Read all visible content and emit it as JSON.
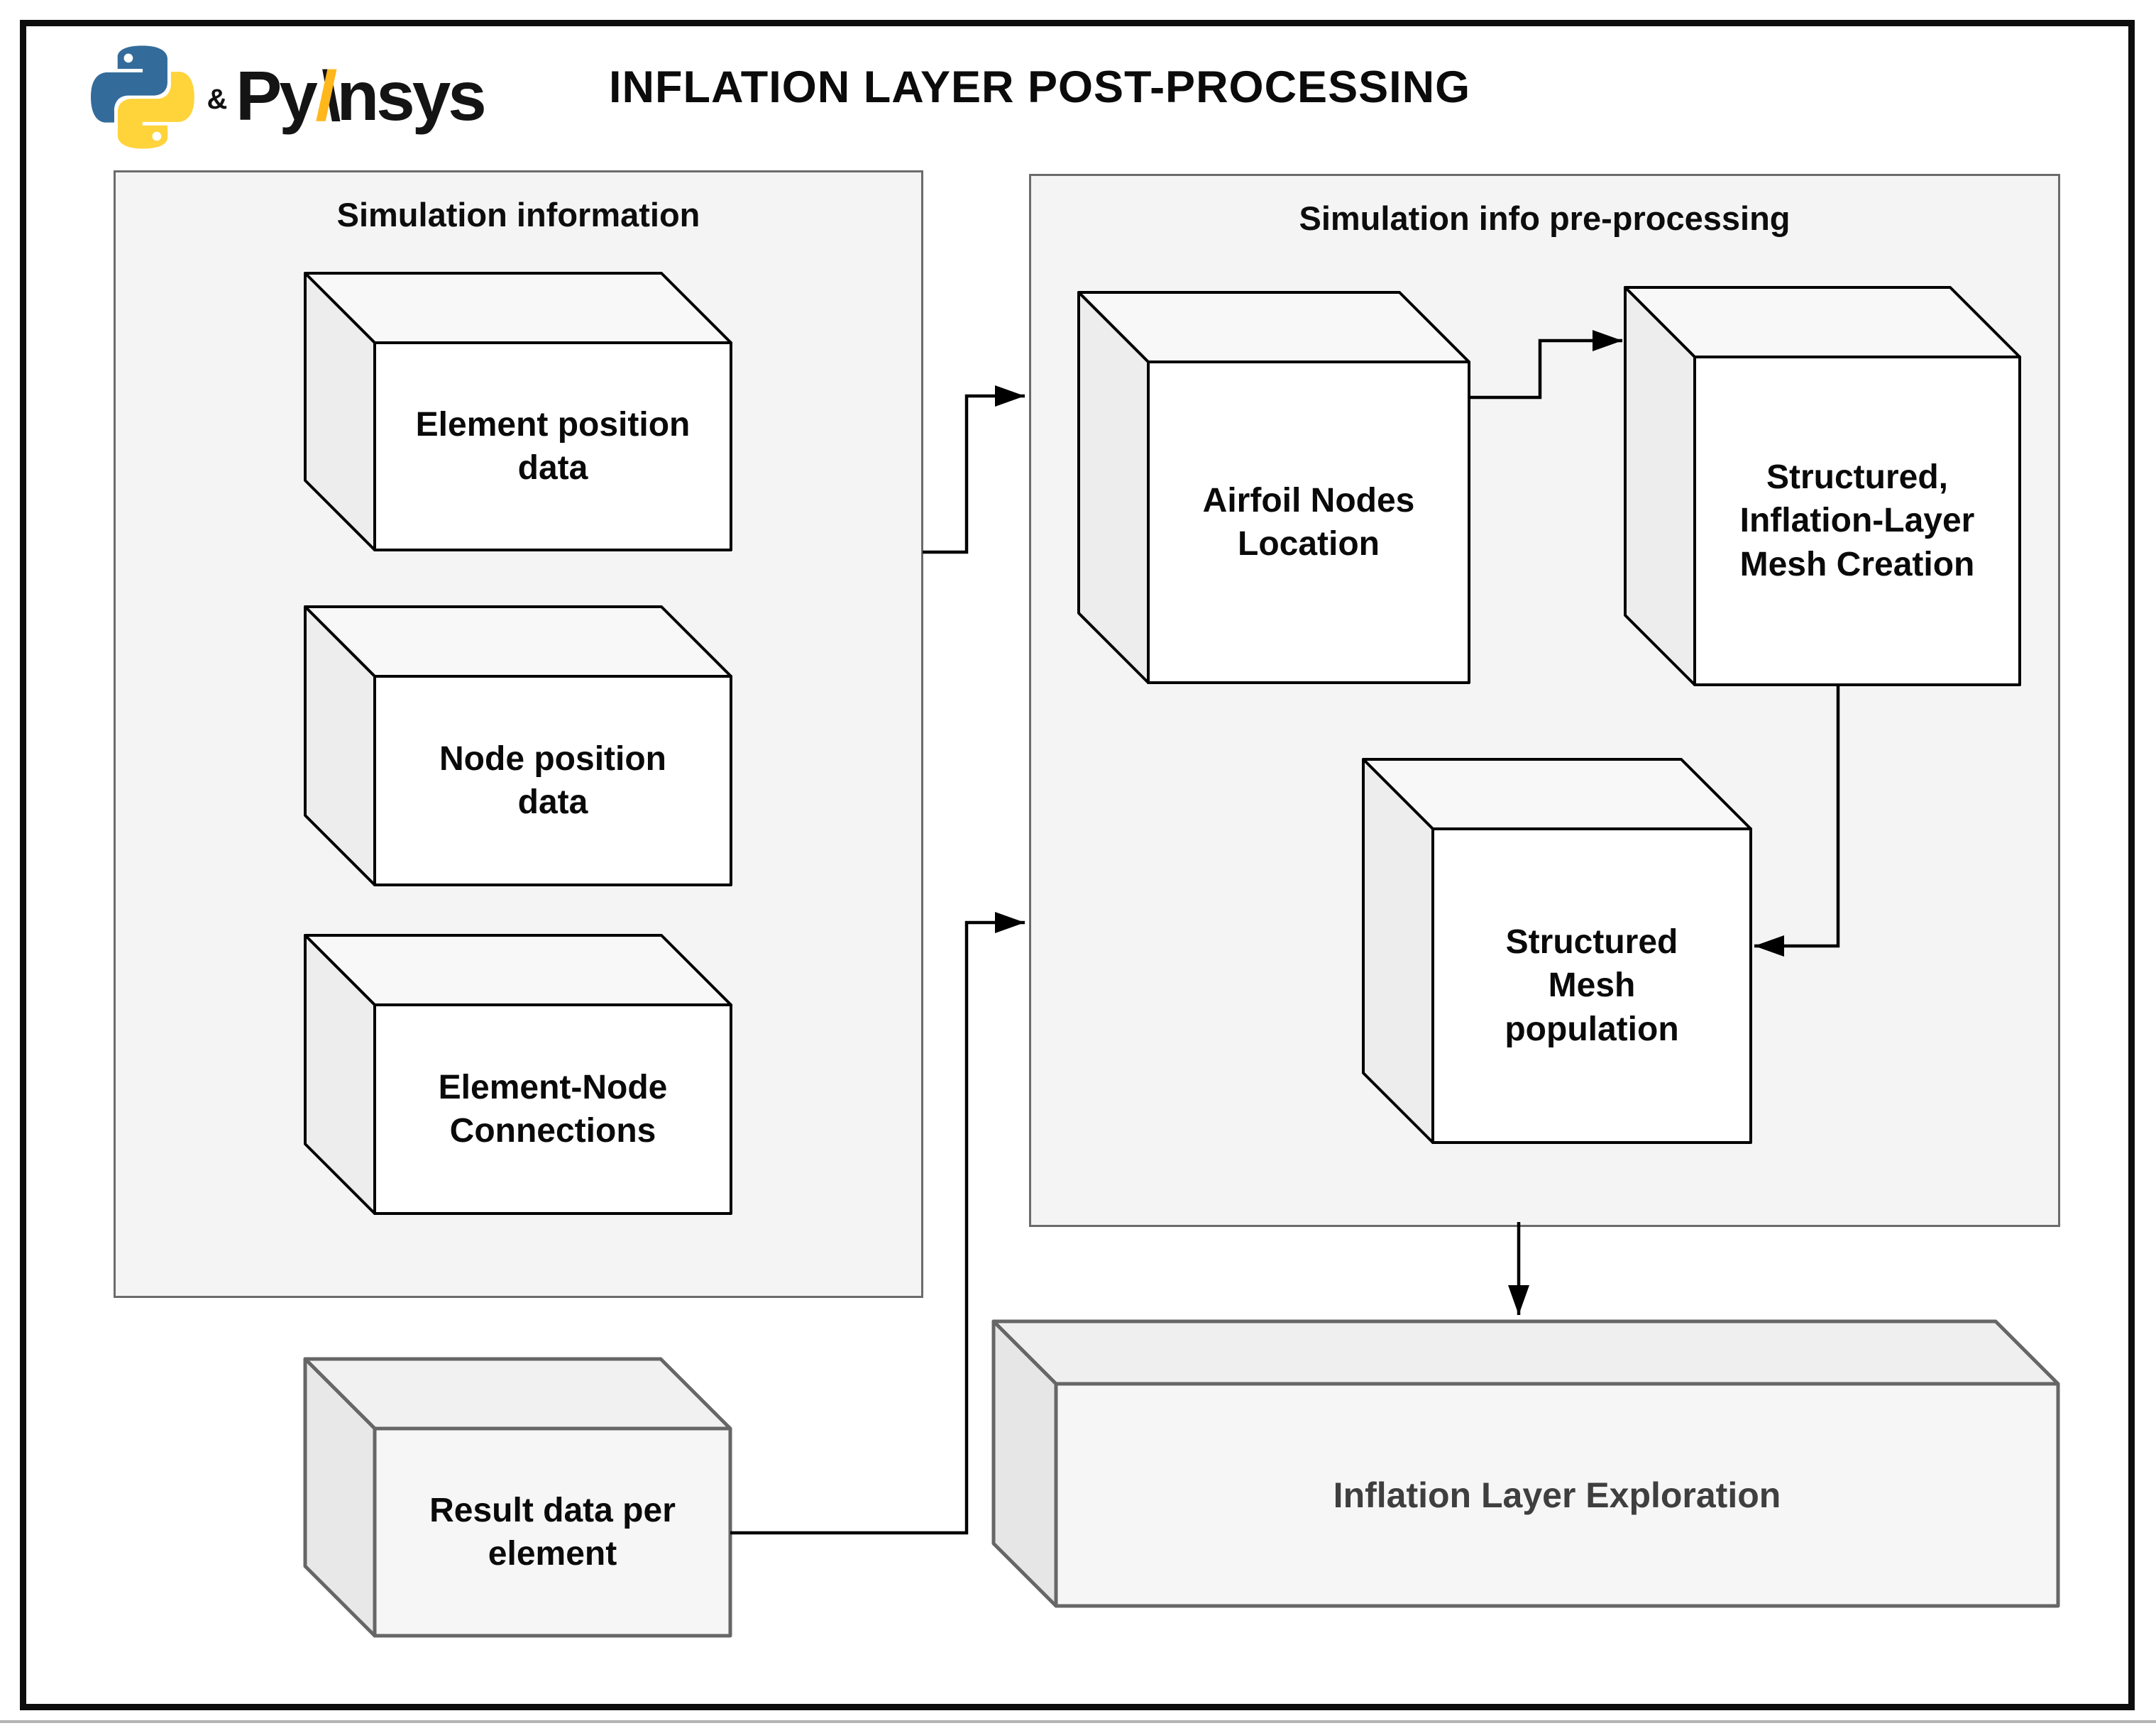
{
  "header": {
    "ampersand": "&",
    "wordmark": {
      "py": "Py",
      "slash": "/",
      "backslash": "\\",
      "rest": "nsys"
    },
    "title": "INFLATION LAYER POST-PROCESSING"
  },
  "colors": {
    "python_blue": "#336C9B",
    "python_yellow": "#FFD43B",
    "ansys_gold": "#FFB71B",
    "panel_fill": "#F4F4F4",
    "panel_border": "#6b6b6b",
    "cube_stroke": "#000000",
    "soft_cube_stroke": "#666666"
  },
  "panels": {
    "simulation_information": {
      "title": "Simulation information",
      "boxes": [
        {
          "label": "Element position\ndata"
        },
        {
          "label": "Node position\ndata"
        },
        {
          "label": "Element-Node\nConnections"
        }
      ]
    },
    "preprocessing": {
      "title": "Simulation info pre-processing",
      "boxes": [
        {
          "label": "Airfoil Nodes\nLocation"
        },
        {
          "label": "Structured,\nInflation-Layer\nMesh Creation"
        },
        {
          "label": "Structured\nMesh\npopulation"
        }
      ]
    }
  },
  "standalone_boxes": {
    "result_data": {
      "label": "Result data per\nelement"
    },
    "exploration": {
      "label": "Inflation Layer Exploration"
    }
  }
}
